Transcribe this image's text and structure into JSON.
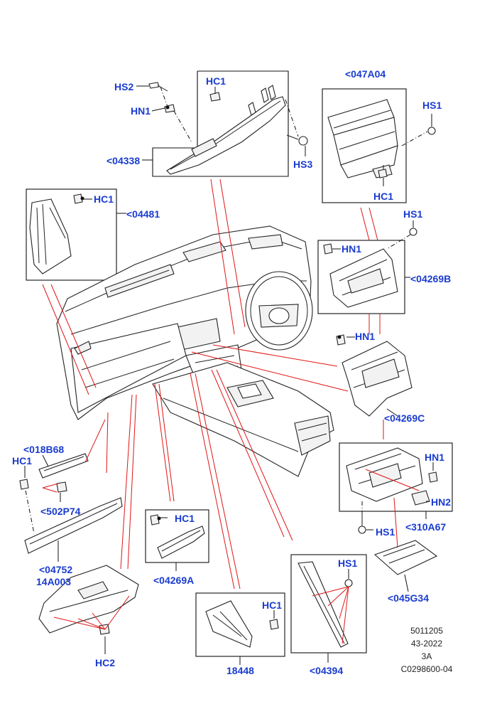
{
  "labels": {
    "hs2_top": "HS2",
    "hn1_top": "HN1",
    "hc1_top": "HC1",
    "part_04338": "<04338",
    "hs3": "HS3",
    "part_047a04": "<047A04",
    "hs1_right_top": "HS1",
    "hc1_047a04": "HC1",
    "hc1_04481": "HC1",
    "part_04481": "<04481",
    "hs1_04269b": "HS1",
    "hn1_04269b": "HN1",
    "part_04269b": "<04269B",
    "hn1_04269c": "HN1",
    "part_04269c": "<04269C",
    "part_018b68": "<018B68",
    "hc1_left": "HC1",
    "part_502p74": "<502P74",
    "hn1_310a67": "HN1",
    "hn2_310a67": "HN2",
    "hs1_310a67": "HS1",
    "part_310a67": "<310A67",
    "part_04752": "<04752",
    "part_14a003": "14A003",
    "hc1_04269a": "HC1",
    "part_04269a": "<04269A",
    "hc1_18448": "HC1",
    "part_18448": "18448",
    "hs1_04394": "HS1",
    "part_04394": "<04394",
    "part_045g34": "<045G34",
    "hc2": "HC2"
  },
  "reference": {
    "line1": "5011205",
    "line2": "43-2022",
    "line3": "3A",
    "line4": "C0298600-04"
  },
  "colors": {
    "label": "#1a3ccf",
    "leader_red": "#e01515",
    "outline": "#222222"
  }
}
